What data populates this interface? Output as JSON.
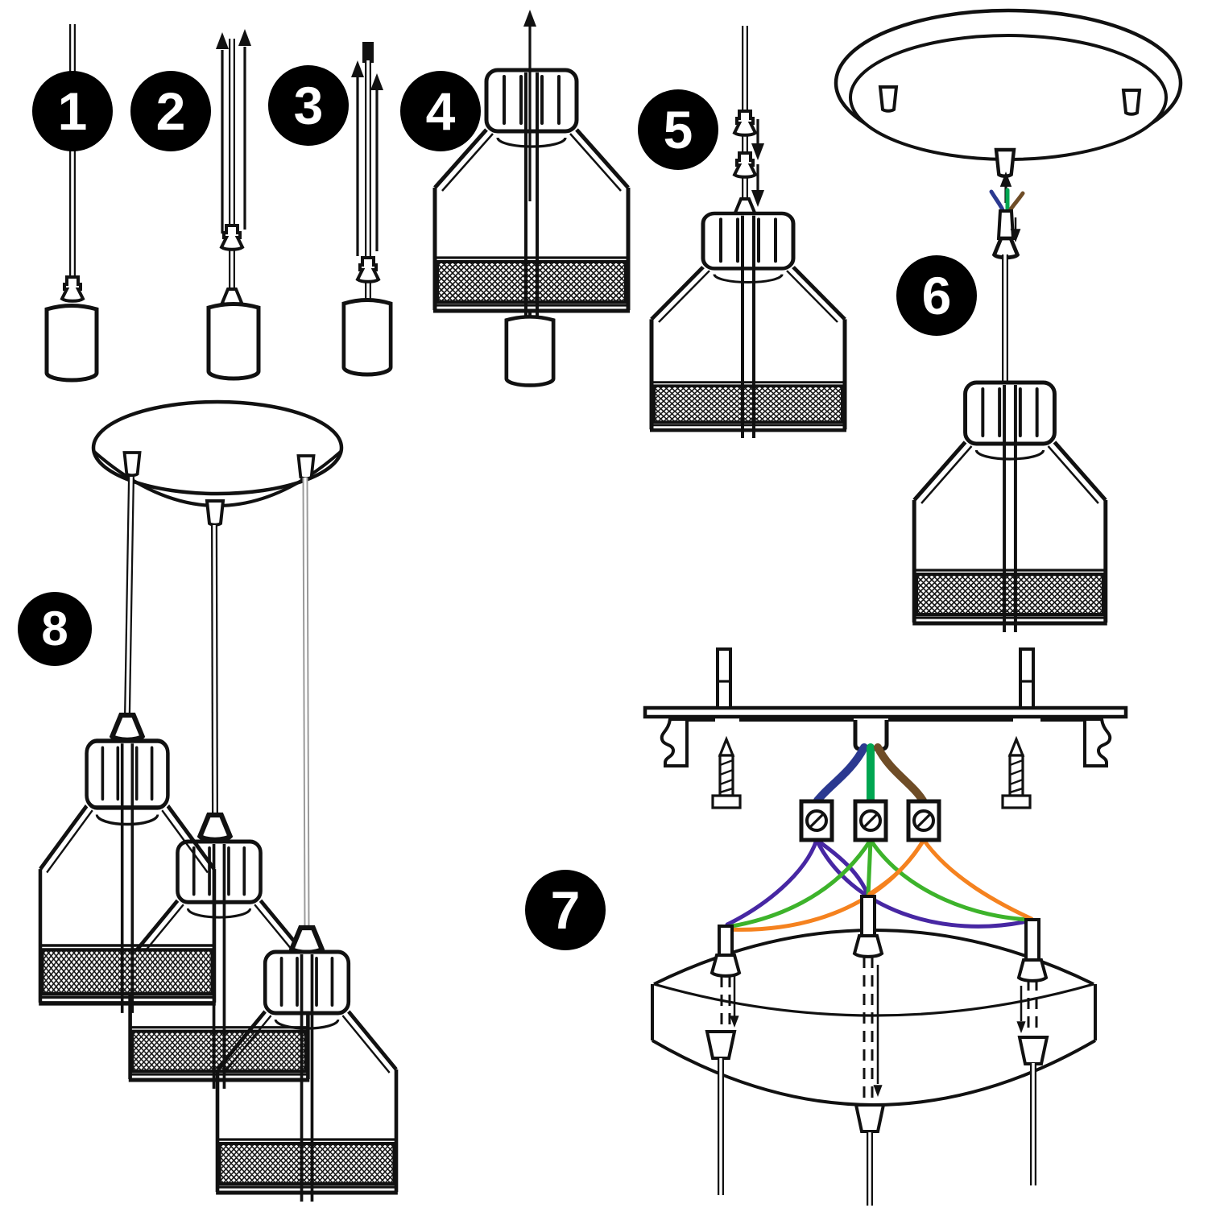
{
  "steps": [
    {
      "number": "1"
    },
    {
      "number": "2"
    },
    {
      "number": "3"
    },
    {
      "number": "4"
    },
    {
      "number": "5"
    },
    {
      "number": "6"
    },
    {
      "number": "7"
    },
    {
      "number": "8"
    }
  ],
  "colors": {
    "line": "#111111",
    "wire_blue": "#2b3990",
    "wire_green_dark": "#00a651",
    "wire_brown": "#6f4d27",
    "wire_purple": "#4727a3",
    "wire_green": "#3db32b",
    "wire_orange": "#f5821f",
    "cord_gray": "#9a9a9a"
  }
}
